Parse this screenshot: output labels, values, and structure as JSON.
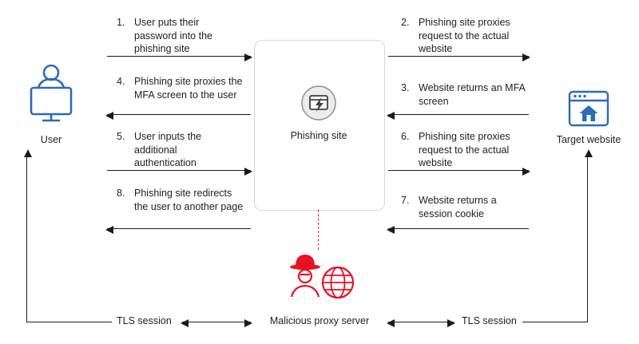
{
  "diagram": {
    "nodes": {
      "user": {
        "label": "User"
      },
      "phishing_site": {
        "label": "Phishing site"
      },
      "target_website": {
        "label": "Target website"
      },
      "malicious_proxy": {
        "label": "Malicious proxy server"
      }
    },
    "steps": [
      {
        "num": "1.",
        "text": "User puts their password into the phishing site"
      },
      {
        "num": "2.",
        "text": "Phishing site proxies request to the actual website"
      },
      {
        "num": "3.",
        "text": "Website returns an MFA screen"
      },
      {
        "num": "4.",
        "text": "Phishing site proxies the MFA screen to the user"
      },
      {
        "num": "5.",
        "text": "User inputs the additional authentication"
      },
      {
        "num": "6.",
        "text": "Phishing site proxies request to the actual website"
      },
      {
        "num": "7.",
        "text": "Website returns a session cookie"
      },
      {
        "num": "8.",
        "text": "Phishing site redirects the user to another page"
      }
    ],
    "tls_left": "TLS session",
    "tls_right": "TLS session",
    "colors": {
      "blue": "#2b6cb5",
      "red": "#e81123",
      "line": "#1b1b1b"
    }
  }
}
